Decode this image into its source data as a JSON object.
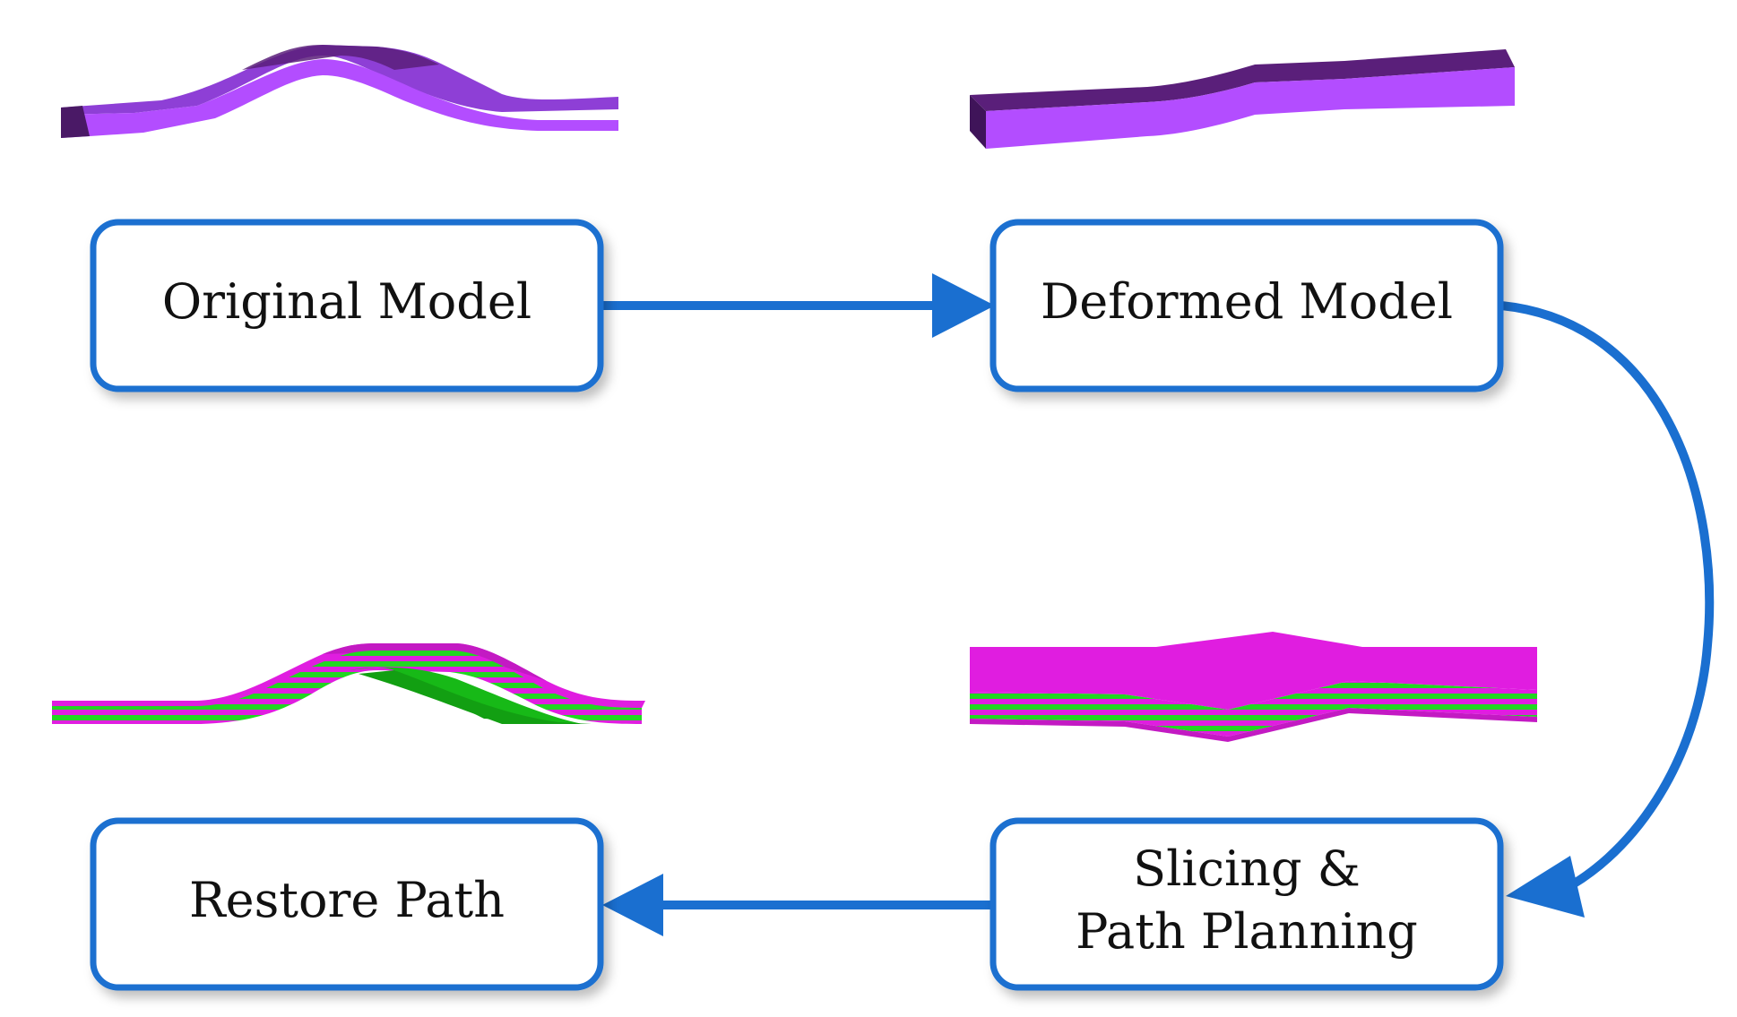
{
  "diagram": {
    "nodes": {
      "original": {
        "label": "Original Model"
      },
      "deformed": {
        "label": "Deformed Model"
      },
      "slicing": {
        "label_line1": "Slicing &",
        "label_line2": "Path Planning"
      },
      "restore": {
        "label": "Restore Path"
      }
    },
    "edges": [
      {
        "from": "Original Model",
        "to": "Deformed Model"
      },
      {
        "from": "Deformed Model",
        "to": "Slicing & Path Planning"
      },
      {
        "from": "Slicing & Path Planning",
        "to": "Restore Path"
      }
    ],
    "colors": {
      "accent_blue": "#1a6fd0",
      "model_purple": "#b34dff",
      "model_purple_dark": "#5a1f7a",
      "sliced_magenta": "#e01de0",
      "layer_green": "#22d622"
    },
    "illustrations": [
      "original-model-render",
      "deformed-model-render",
      "sliced-deformed-model-render",
      "restored-path-render"
    ]
  }
}
